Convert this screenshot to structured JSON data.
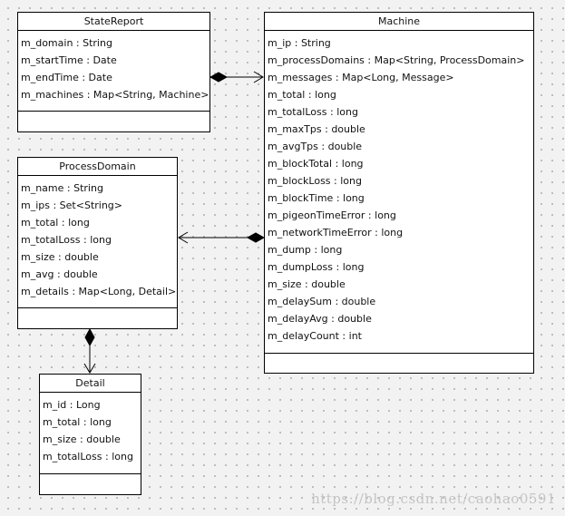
{
  "classes": {
    "state_report": {
      "name": "StateReport",
      "attributes": [
        "m_domain : String",
        "m_startTime : Date",
        "m_endTime : Date",
        "m_machines : Map<String, Machine>"
      ]
    },
    "machine": {
      "name": "Machine",
      "attributes": [
        "m_ip : String",
        "m_processDomains : Map<String, ProcessDomain>",
        "m_messages : Map<Long, Message>",
        "m_total : long",
        "m_totalLoss : long",
        "m_maxTps : double",
        "m_avgTps : double",
        "m_blockTotal : long",
        "m_blockLoss : long",
        "m_blockTime : long",
        "m_pigeonTimeError : long",
        "m_networkTimeError : long",
        "m_dump : long",
        "m_dumpLoss : long",
        "m_size : double",
        "m_delaySum : double",
        "m_delayAvg : double",
        "m_delayCount : int"
      ]
    },
    "process_domain": {
      "name": "ProcessDomain",
      "attributes": [
        "m_name : String",
        "m_ips : Set<String>",
        "m_total : long",
        "m_totalLoss : long",
        "m_size : double",
        "m_avg : double",
        "m_details : Map<Long, Detail>"
      ]
    },
    "detail": {
      "name": "Detail",
      "attributes": [
        "m_id : Long",
        "m_total : long",
        "m_size : double",
        "m_totalLoss : long"
      ]
    }
  },
  "relationships": [
    {
      "type": "composition",
      "whole": "StateReport",
      "part": "Machine",
      "navigable": true
    },
    {
      "type": "composition",
      "whole": "Machine",
      "part": "ProcessDomain",
      "navigable": true
    },
    {
      "type": "composition",
      "whole": "ProcessDomain",
      "part": "Detail",
      "navigable": true
    }
  ],
  "watermark": "https://blog.csdn.net/caohao0591"
}
